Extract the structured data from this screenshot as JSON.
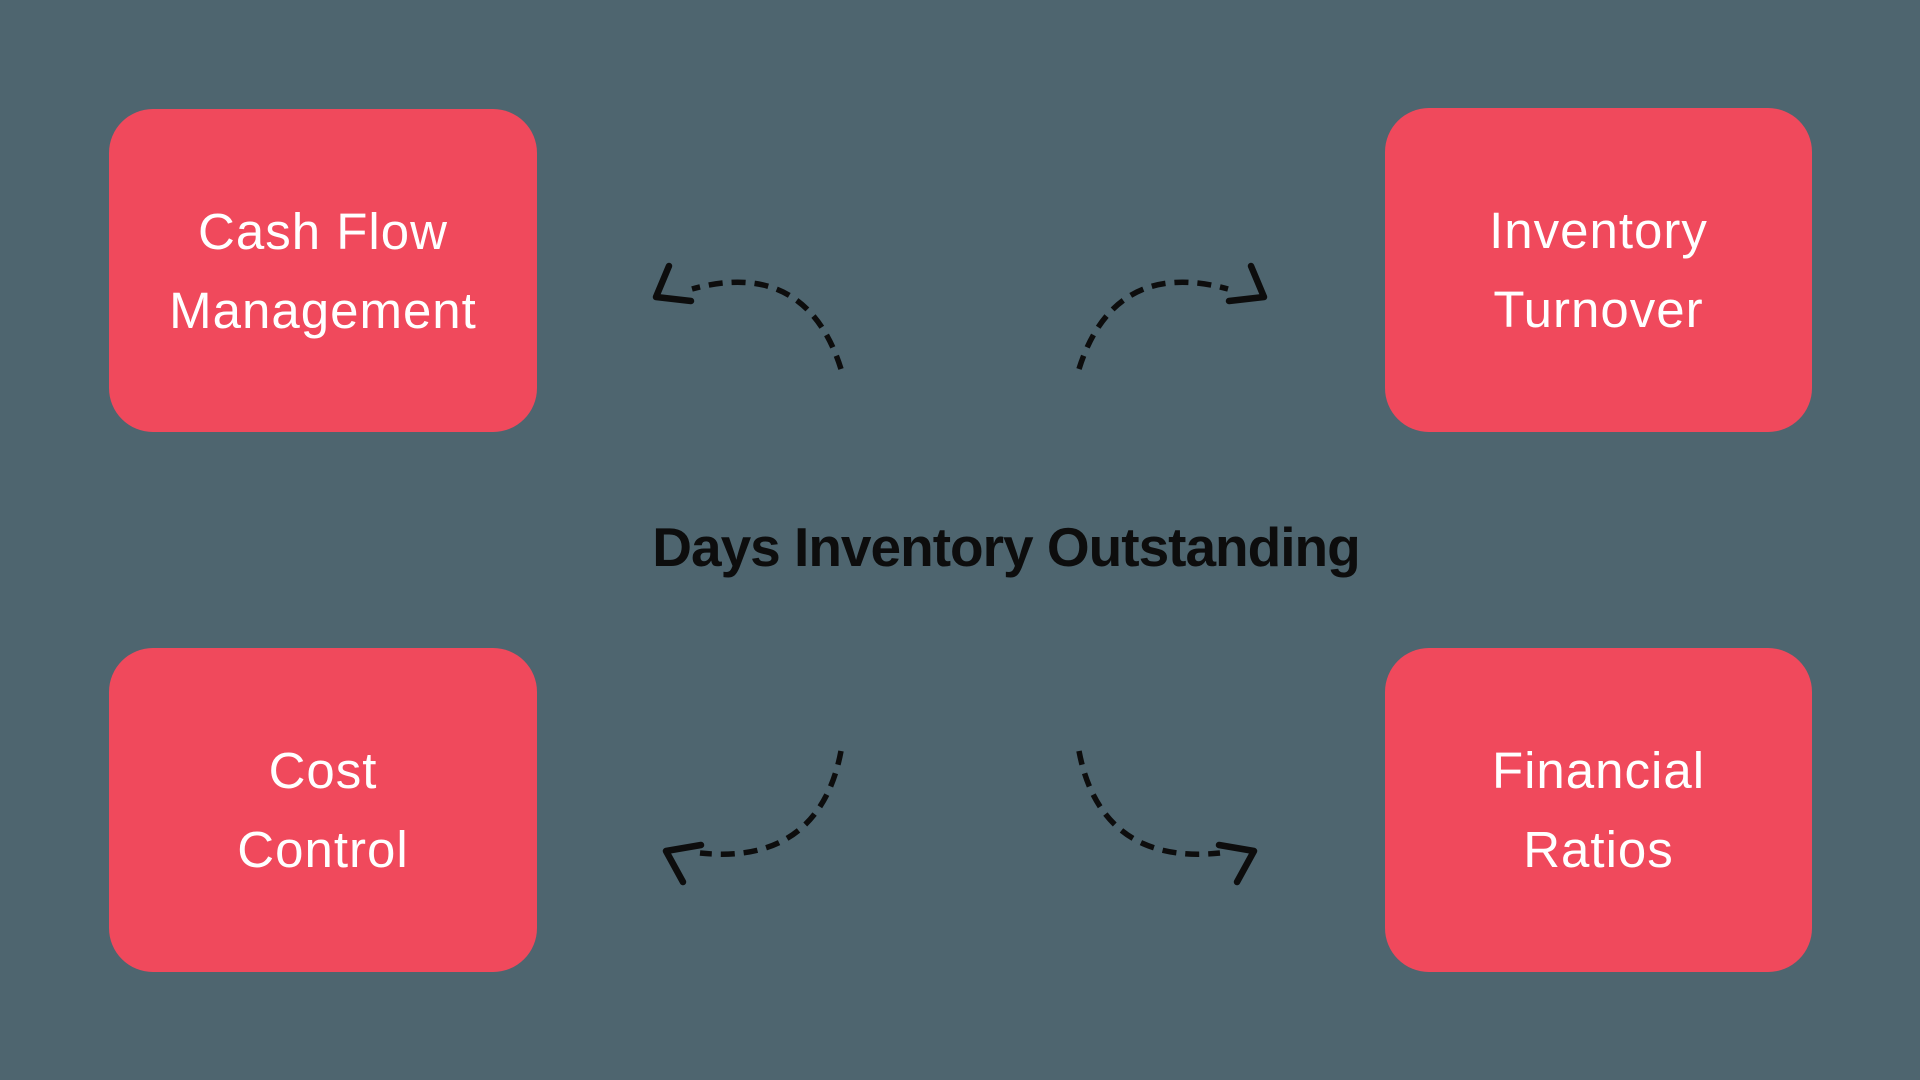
{
  "colors": {
    "bg": "#4E656F",
    "node-fill": "#F0495C",
    "node-text": "#FFFFFF",
    "ink": "#0D0D0D"
  },
  "title": {
    "text": "Days Inventory Outstanding"
  },
  "nodes": [
    {
      "id": "cash-flow-management",
      "lines": [
        "Cash Flow",
        "Management"
      ]
    },
    {
      "id": "inventory-turnover",
      "lines": [
        "Inventory",
        "Turnover"
      ]
    },
    {
      "id": "cost-control",
      "lines": [
        "Cost",
        "Control"
      ]
    },
    {
      "id": "financial-ratios",
      "lines": [
        "Financial",
        "Ratios"
      ]
    }
  ],
  "arrows": {
    "style": "dashed-curve",
    "connections": [
      {
        "from": "days-inventory-outstanding",
        "to": "cash-flow-management",
        "direction": "up-left"
      },
      {
        "from": "days-inventory-outstanding",
        "to": "inventory-turnover",
        "direction": "up-right"
      },
      {
        "from": "days-inventory-outstanding",
        "to": "cost-control",
        "direction": "down-left"
      },
      {
        "from": "days-inventory-outstanding",
        "to": "financial-ratios",
        "direction": "down-right"
      }
    ]
  }
}
